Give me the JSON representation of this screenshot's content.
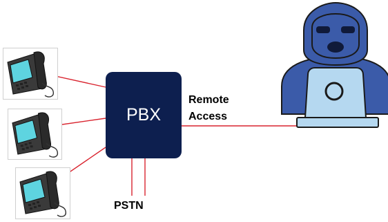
{
  "nodes": {
    "pbx": {
      "label": "PBX"
    },
    "remote_access": {
      "line1": "Remote",
      "line2": "Access"
    },
    "pstn": {
      "label": "PSTN"
    }
  },
  "icons": {
    "phones": [
      "desk-phone-icon",
      "desk-phone-icon",
      "desk-phone-icon"
    ],
    "attacker": "hooded-hacker-icon"
  },
  "colors": {
    "pbx_fill": "#0d1f4f",
    "connection_line": "#d9232e",
    "hacker_fill": "#3b5ba9",
    "hacker_outline": "#1a1a1a",
    "laptop_fill": "#b5d8f0",
    "phone_screen": "#5ed4e0",
    "phone_body": "#3a3a3a"
  }
}
